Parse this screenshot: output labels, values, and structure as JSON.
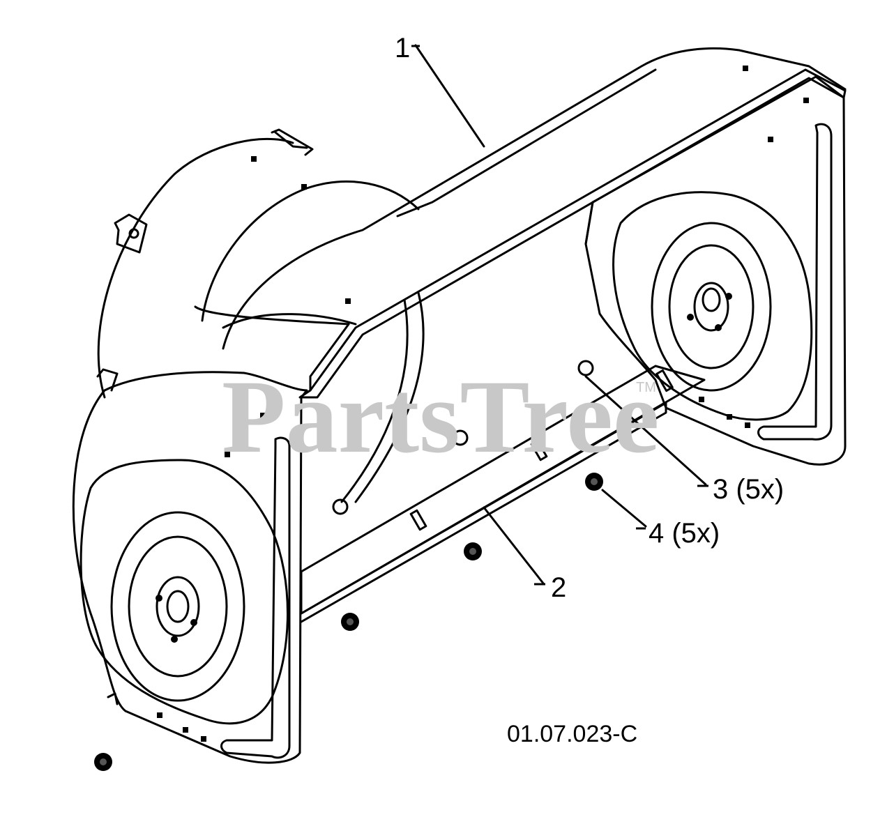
{
  "watermark": {
    "text": "PartsTree",
    "trademark": "TM"
  },
  "callouts": [
    {
      "id": "1",
      "label": "1"
    },
    {
      "id": "2",
      "label": "2"
    },
    {
      "id": "3",
      "label": "3 (5x)"
    },
    {
      "id": "4",
      "label": "4 (5x)"
    }
  ],
  "diagram_code": "01.07.023-C"
}
